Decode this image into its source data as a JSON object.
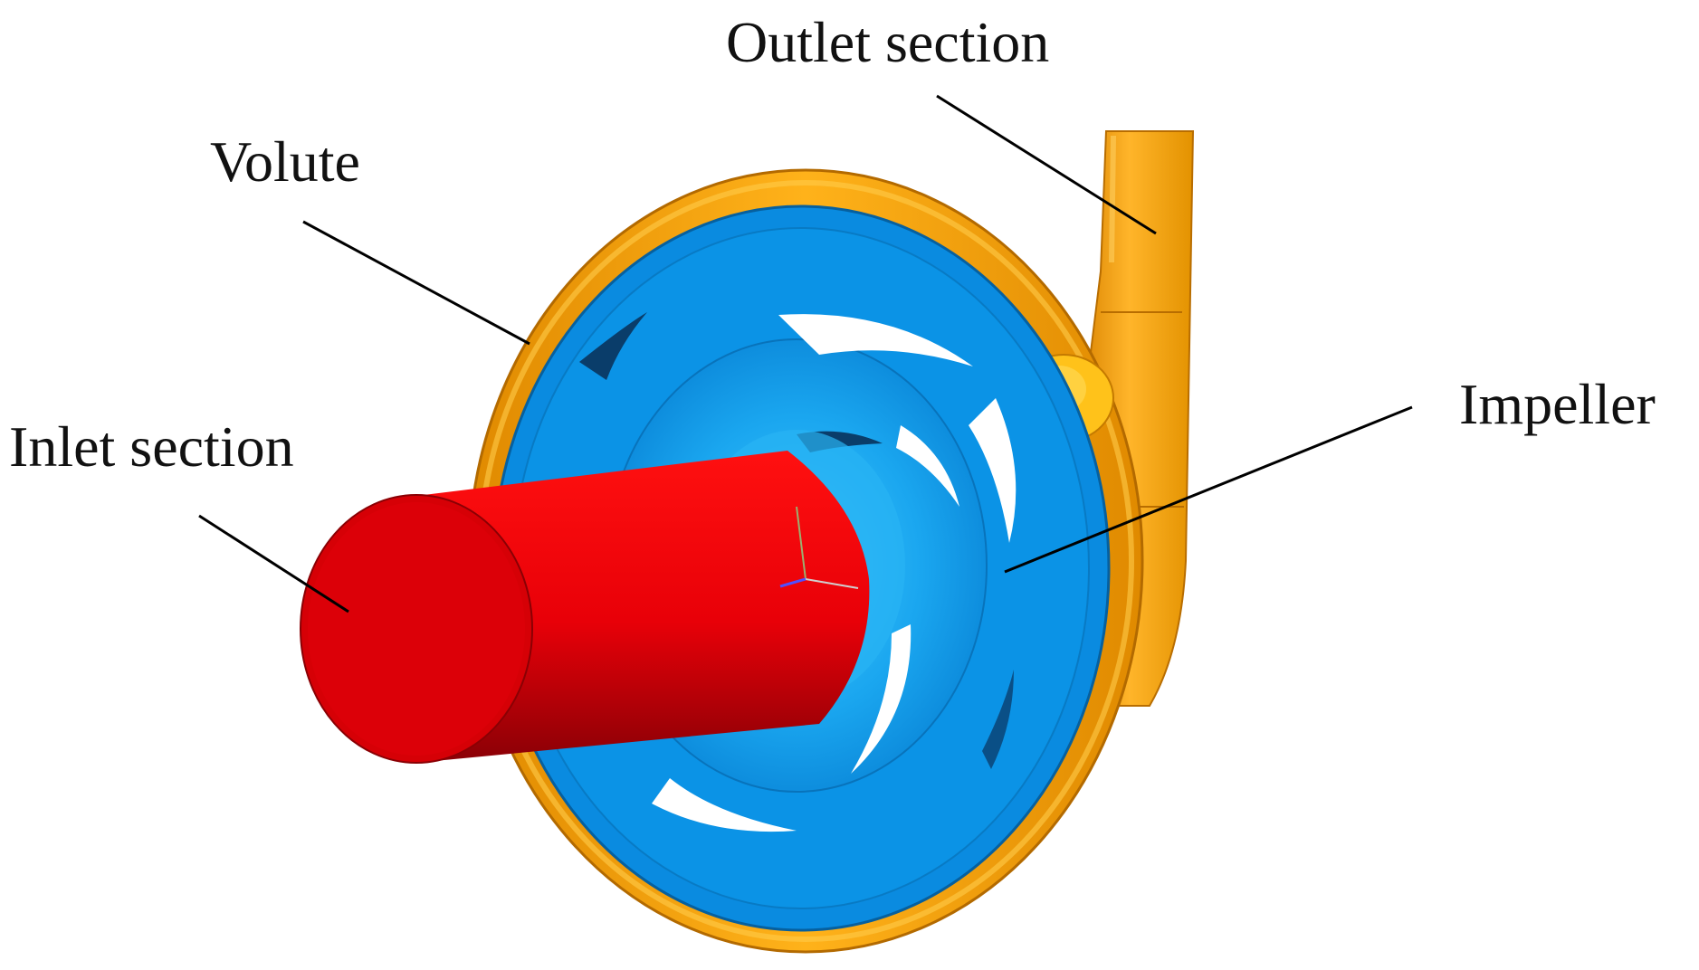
{
  "labels": {
    "outlet": "Outlet section",
    "volute": "Volute",
    "impeller": "Impeller",
    "inlet": "Inlet section"
  },
  "colors": {
    "volute": "#f39c12",
    "volute_light": "#ffc21a",
    "volute_dark": "#c46f00",
    "impeller": "#0a8fe0",
    "impeller_light": "#2bb8f5",
    "impeller_dark": "#0a5a9a",
    "inlet": "#e8000a",
    "inlet_light": "#ff1a1a",
    "inlet_dark": "#8c0006"
  }
}
